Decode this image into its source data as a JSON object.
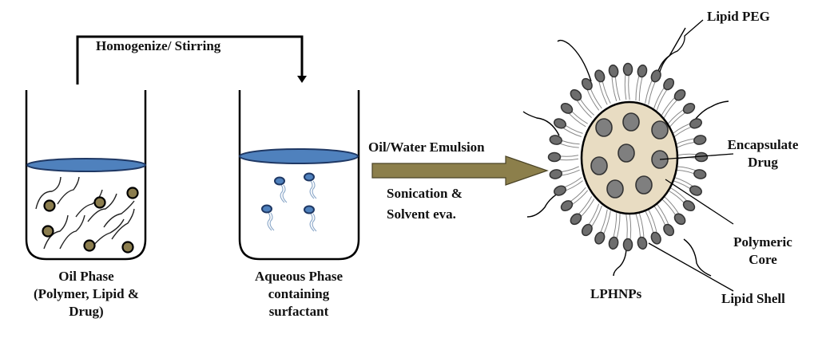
{
  "process": {
    "mixing_step": "Homogenize/ Stirring",
    "oil_phase": {
      "lines": [
        "Oil Phase",
        "(Polymer, Lipid &",
        "Drug)"
      ]
    },
    "aqueous_phase": {
      "lines": [
        "Aqueous Phase",
        "containing",
        "surfactant"
      ]
    },
    "transition": {
      "top_label": "Oil/Water Emulsion",
      "bottom_lines": [
        "Sonication &",
        "Solvent eva."
      ]
    }
  },
  "nanoparticle": {
    "name": "LPHNPs",
    "labels": {
      "lipid_peg": "Lipid PEG",
      "drug": [
        "Encapsulate",
        "Drug"
      ],
      "core": [
        "Polymeric",
        "Core"
      ],
      "shell": "Lipid Shell"
    }
  },
  "colors": {
    "liquid_surface": "#4f81bd",
    "liquid_outline": "#1f3864",
    "arrow_fill": "#8c7f4b",
    "drug_particle": "#7f7f7f",
    "lipid_head": "#6d6d6d",
    "core_fill": "#e8dcc2",
    "oil_particle": "#8b7d4e"
  }
}
